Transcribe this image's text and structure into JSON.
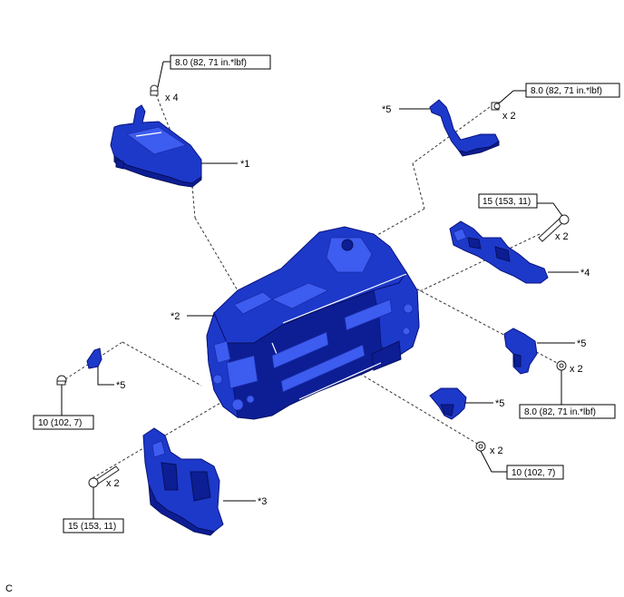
{
  "callouts": {
    "p1": "*1",
    "p2": "*2",
    "p3": "*3",
    "p4": "*4",
    "p5a": "*5",
    "p5b": "*5",
    "p5c": "*5",
    "p5d": "*5"
  },
  "torques": {
    "t1": "8.0 (82, 71 in.*lbf)",
    "t2": "8.0 (82, 71 in.*lbf)",
    "t3": "15 (153, 11)",
    "t4": "8.0 (82, 71 in.*lbf)",
    "t5": "10 (102, 7)",
    "t6": "10 (102, 7)",
    "t7": "15 (153, 11)"
  },
  "quantities": {
    "q1": "x 4",
    "q2": "x 2",
    "q3": "x 2",
    "q4": "x 2",
    "q5": "x 2",
    "q6": "x 2"
  },
  "figure_code": "C"
}
